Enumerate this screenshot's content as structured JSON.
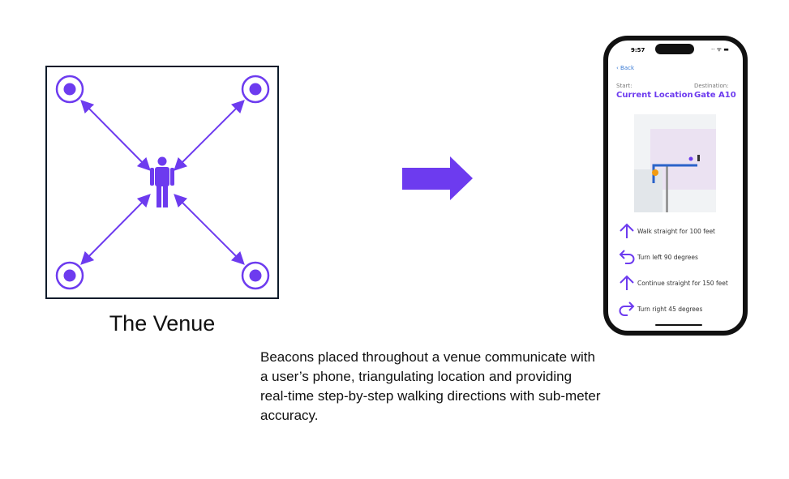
{
  "venue": {
    "title": "The Venue"
  },
  "caption": "Beacons placed throughout a venue communicate with a user’s phone, triangulating location and providing real-time step-by-step walking directions with sub-meter accuracy.",
  "colors": {
    "accent": "#6d3bef",
    "frame": "#0d1b2a"
  },
  "phone": {
    "time": "9:57",
    "back_label": "Back",
    "start_label": "Start:",
    "start_value": "Current Location",
    "destination_label": "Destination:",
    "destination_value": "Gate A10",
    "steps": [
      {
        "icon": "arrow-up-icon",
        "text": "Walk straight for 100 feet"
      },
      {
        "icon": "turn-left-icon",
        "text": "Turn left 90 degrees"
      },
      {
        "icon": "arrow-up-icon",
        "text": "Continue straight for 150 feet"
      },
      {
        "icon": "turn-right-icon",
        "text": "Turn right 45 degrees"
      }
    ]
  }
}
